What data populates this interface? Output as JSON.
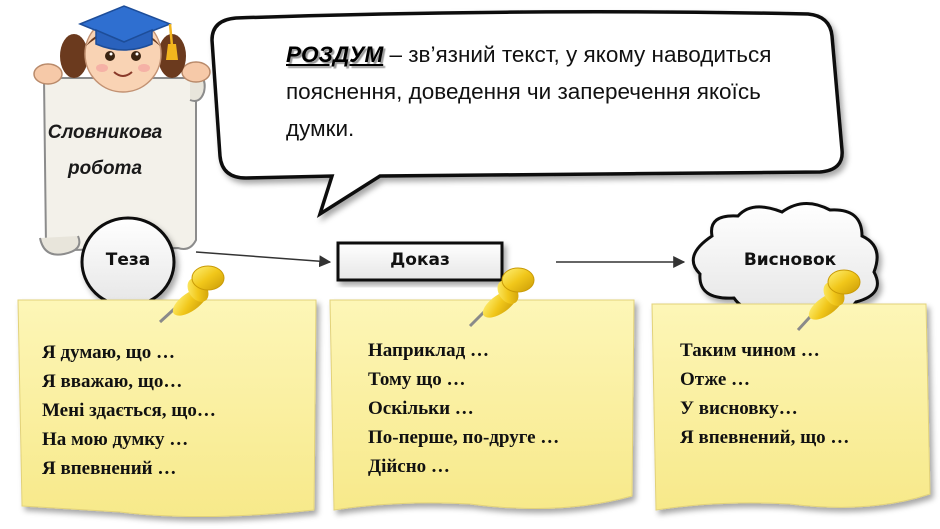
{
  "scroll": {
    "label_line1": "Словникова",
    "label_line2": "робота"
  },
  "definition": {
    "term": "РОЗДУМ",
    "dash": " – ",
    "text": "зв’язний текст, у якому наводиться пояснення, доведення чи заперечення якоїсь думки."
  },
  "stages": {
    "thesis": "Теза",
    "proof": "Доказ",
    "conclusion": "Висновок"
  },
  "notes": {
    "thesis": [
      "Я думаю, що …",
      "Я вважаю, що…",
      "Мені здається, що…",
      "На мою думку …",
      "Я впевнений …"
    ],
    "proof": [
      "Наприклад …",
      "Тому що …",
      "Оскільки …",
      "По-перше, по-друге …",
      "Дійсно …"
    ],
    "conclusion": [
      "Таким чином …",
      "Отже …",
      "У висновку…",
      "Я впевнений, що …"
    ]
  },
  "colors": {
    "note_fill": "#fdf3a6",
    "pin": "#f3c81b",
    "cap": "#2f6fd0",
    "tassel": "#f2b51e"
  }
}
